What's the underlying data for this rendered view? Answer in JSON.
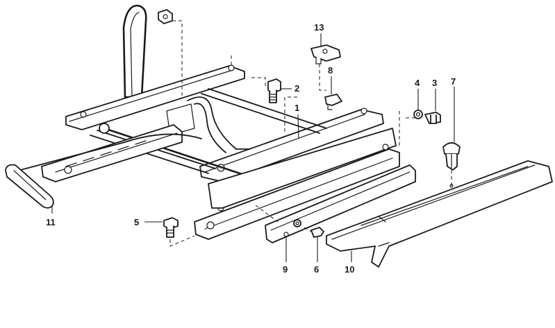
{
  "callouts": [
    {
      "id": "c1",
      "text": "1"
    },
    {
      "id": "c2",
      "text": "2"
    },
    {
      "id": "c3",
      "text": "3"
    },
    {
      "id": "c4",
      "text": "4"
    },
    {
      "id": "c5",
      "text": "5"
    },
    {
      "id": "c6",
      "text": "6"
    },
    {
      "id": "c7",
      "text": "7"
    },
    {
      "id": "c8",
      "text": "8"
    },
    {
      "id": "c9",
      "text": "9"
    },
    {
      "id": "c10",
      "text": "10"
    },
    {
      "id": "c11",
      "text": "11"
    },
    {
      "id": "c13",
      "text": "13"
    }
  ],
  "colors": {
    "ink": "#1a1a1a",
    "paper": "#ffffff"
  }
}
